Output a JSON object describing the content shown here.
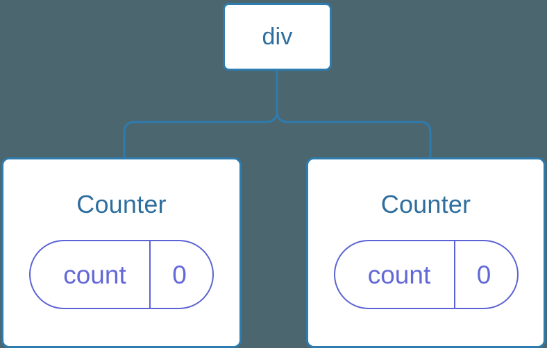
{
  "diagram": {
    "type": "component-tree",
    "background_color": "#4c6670",
    "node_border_color": "#2e7bad",
    "node_text_color": "#2d6e9e",
    "state_accent_color": "#5b63d3",
    "edge_color": "#2e7bad"
  },
  "root": {
    "label": "div"
  },
  "children": [
    {
      "label": "Counter",
      "state": {
        "key": "count",
        "value": "0"
      }
    },
    {
      "label": "Counter",
      "state": {
        "key": "count",
        "value": "0"
      }
    }
  ]
}
